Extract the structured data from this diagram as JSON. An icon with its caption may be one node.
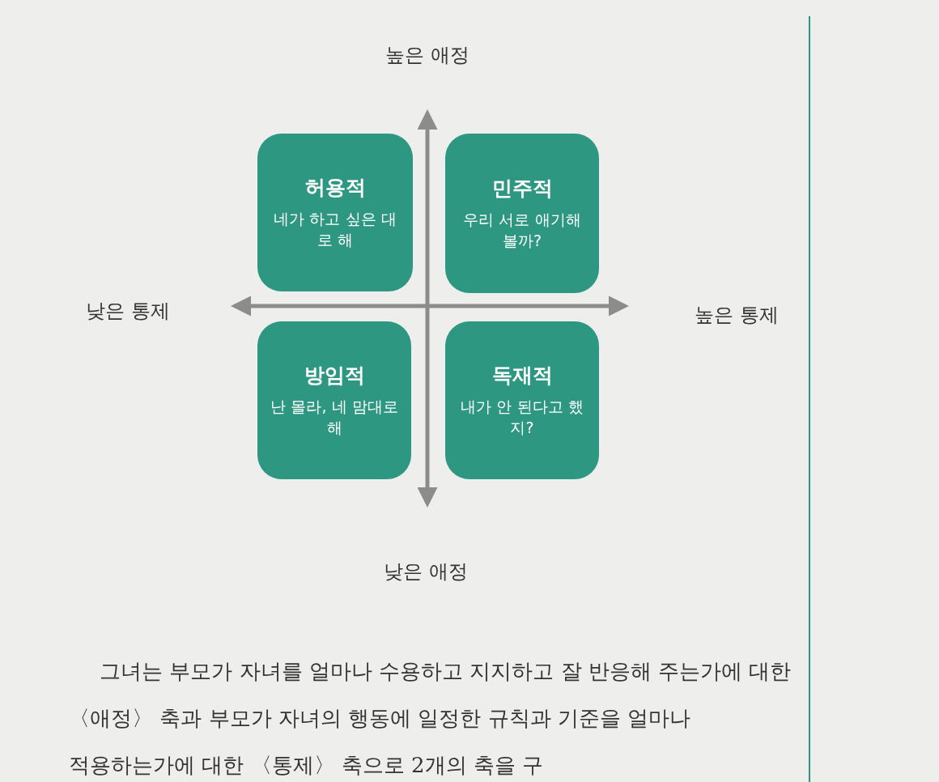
{
  "diagram": {
    "nodes": [
      {
        "text": [
          "허용적",
          "네가 하고 싶은 대로 해"
        ]
      },
      {
        "text": [
          "민주적",
          "우리 서로 애기해 볼까?"
        ]
      },
      {
        "text": [
          "방임적",
          "난 몰라, 네 맘대로 해"
        ]
      },
      {
        "text": [
          "독재적",
          "내가 안 된다고 했지?"
        ]
      }
    ],
    "labels": [
      "높은 애정",
      "낮은 통제",
      "높은 통제",
      "낮은 애정",
      "그녀는 부모가 자녀를 얼마나 수용하고 지지하고 잘 반응해 주는가에 대한 〈애정〉 축과 부모가 자녀의 행동에 일정한 규칙과 기준을 얼마나 적용하는가에 대한 〈통제〉 축으로 2개의 축을 구"
    ]
  }
}
